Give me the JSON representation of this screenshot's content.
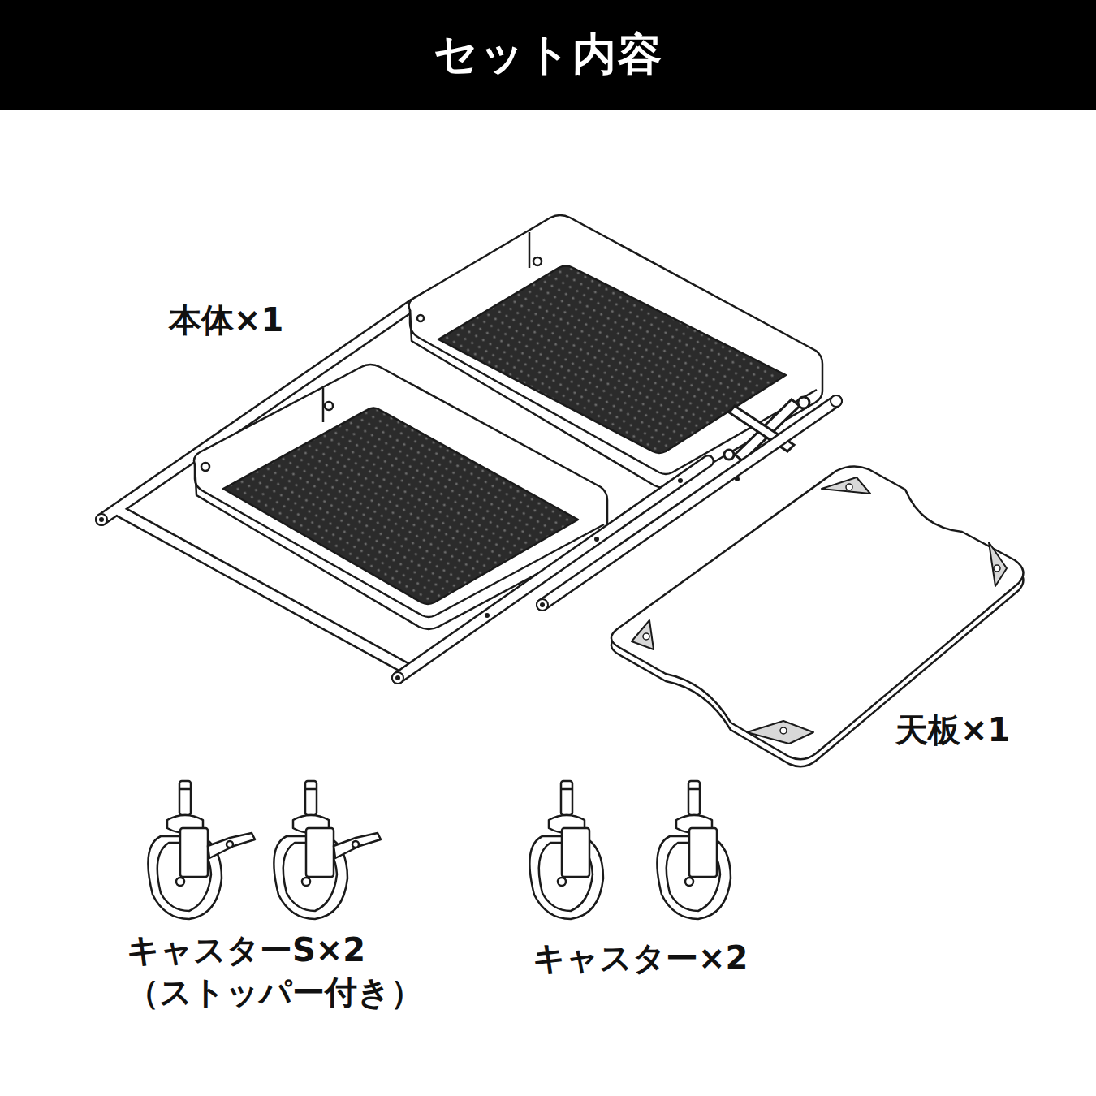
{
  "diagram": {
    "title": "セット内容",
    "labels": [
      "本体×1",
      "天板×1",
      "キャスターS×2 （ストッパー付き）",
      "キャスター×2"
    ]
  }
}
